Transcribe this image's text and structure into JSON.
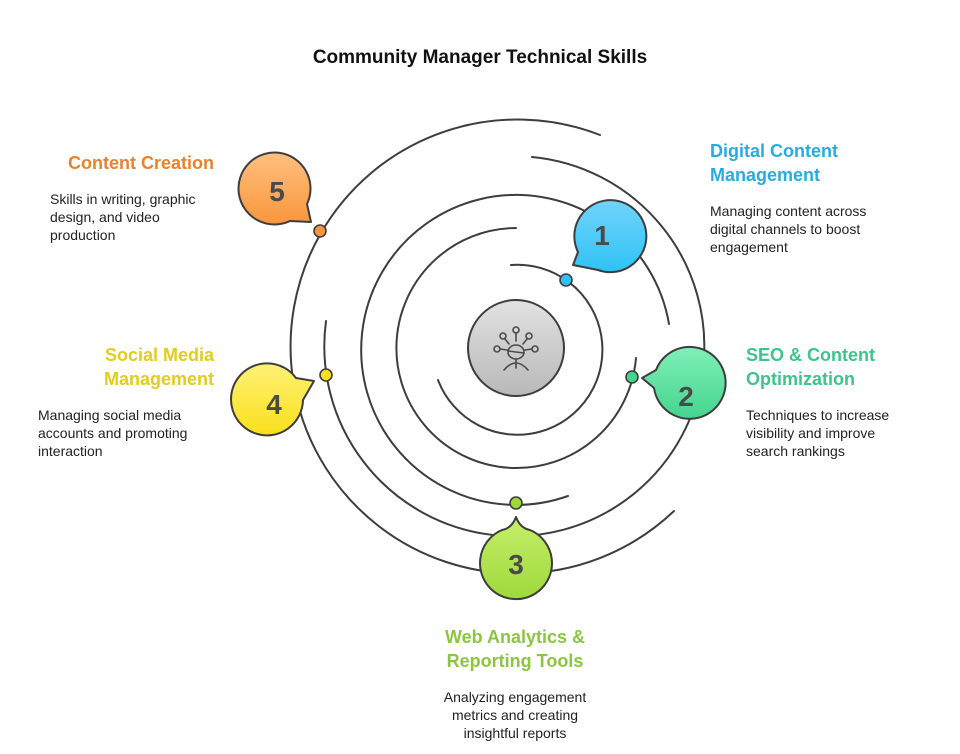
{
  "title": "Community Manager Technical Skills",
  "center": {
    "icon": "network-person-icon"
  },
  "items": [
    {
      "number": "1",
      "heading_lines": [
        "Digital Content",
        "Management"
      ],
      "description_lines": [
        "Managing content across",
        "digital channels to boost",
        "engagement"
      ],
      "color": "#29abe2",
      "fill_top": "#70d4fb",
      "fill_bottom": "#2fc2f5"
    },
    {
      "number": "2",
      "heading_lines": [
        "SEO & Content",
        "Optimization"
      ],
      "description_lines": [
        "Techniques to increase",
        "visibility and improve",
        "search rankings"
      ],
      "color": "#3cc48a",
      "fill_top": "#7ff0b8",
      "fill_bottom": "#45d48e"
    },
    {
      "number": "3",
      "heading_lines": [
        "Web Analytics &",
        "Reporting Tools"
      ],
      "description_lines": [
        "Analyzing engagement",
        "metrics and creating",
        "insightful reports"
      ],
      "color": "#8cc63f",
      "fill_top": "#c6ef6a",
      "fill_bottom": "#9ed93b"
    },
    {
      "number": "4",
      "heading_lines": [
        "Social Media",
        "Management"
      ],
      "description_lines": [
        "Managing social media",
        "accounts and promoting",
        "interaction"
      ],
      "color": "#e3cc1c",
      "fill_top": "#fff176",
      "fill_bottom": "#f9e01b"
    },
    {
      "number": "5",
      "heading_lines": [
        "Content Creation"
      ],
      "description_lines": [
        "Skills in writing, graphic",
        "design, and video",
        "production"
      ],
      "color": "#e8832c",
      "fill_top": "#ffc07e",
      "fill_bottom": "#f9963d"
    }
  ]
}
